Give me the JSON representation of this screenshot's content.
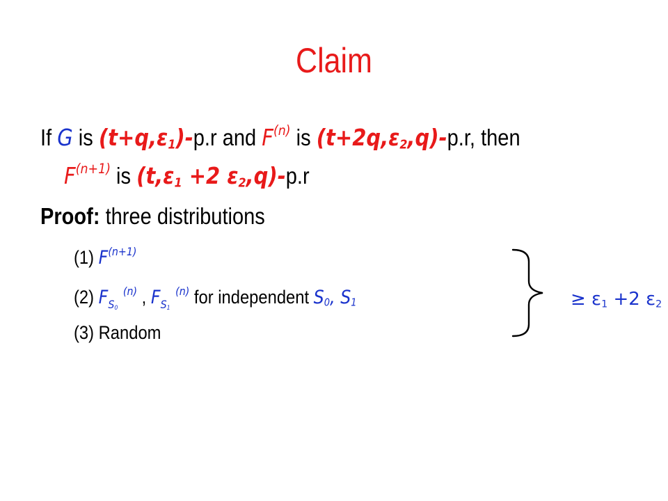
{
  "slide": {
    "title": "Claim",
    "claim": {
      "if": "If",
      "G": "G",
      "is1": "is",
      "g_param_open": "(t+q,ε",
      "g_param_sub": "1",
      "g_param_close": ")-",
      "pr1": "p.r and",
      "F": "F",
      "F_sup": "(n)",
      "is2": "is",
      "f_param_open": "(t+2q,ε",
      "f_param_sub": "2",
      "f_param_close": ",q)-",
      "pr2": "p.r, then",
      "F2": "F",
      "F2_sup": "(n+1)",
      "is3": "is",
      "res_open": "(t,ε",
      "res_sub1": "1",
      "res_mid": " +2 ε",
      "res_sub2": "2",
      "res_close": ",q)-",
      "pr3": "p.r"
    },
    "proof": {
      "label": "Proof:",
      "text": "three distributions"
    },
    "items": [
      {
        "num": "(1)",
        "F": "F",
        "sup": "(n+1)"
      },
      {
        "num": "(2)",
        "F": "F",
        "s0": "S",
        "s0_sub": "0",
        "sup": "(n)",
        "comma": ",",
        "F2": "F",
        "s1": "S",
        "s1_sub": "1",
        "sup2": "(n)",
        "text": "for independent",
        "vars_s0": "S",
        "vars_s0_sub": "0",
        "vars_comma": ",",
        "vars_s1": "S",
        "vars_s1_sub": "1"
      },
      {
        "num": "(3)",
        "text": "Random"
      }
    ],
    "brace_label": {
      "ge": "≥ ε",
      "sub1": "1",
      "mid": " +2 ε",
      "sub2": "2"
    },
    "colors": {
      "title": "#e81a1a",
      "accent_red": "#e81a1a",
      "accent_blue": "#1a33cc",
      "text": "#000000"
    }
  }
}
